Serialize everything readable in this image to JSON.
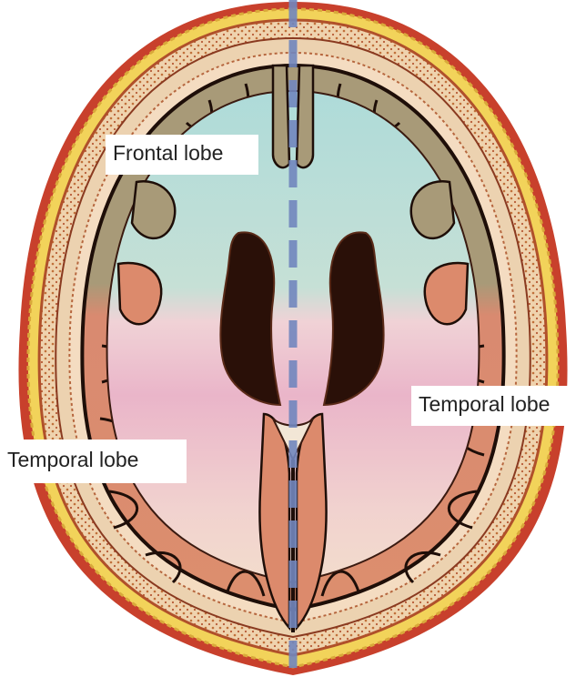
{
  "labels": {
    "frontal": "Frontal lobe",
    "temporal_right": "Temporal lobe",
    "temporal_left": "Temporal lobe"
  },
  "colors": {
    "frontal_region": "#aedbd9",
    "temporal_region": "#ecb4c6",
    "gyri_frontal": "#a89a78",
    "gyri_temporal": "#dc8a6c",
    "ventricle": "#2a1008",
    "midline_dash": "#7186be",
    "skull_outer": "#c8402c",
    "fat_layer": "#f2d35a",
    "bone": "#e7c7a0"
  }
}
